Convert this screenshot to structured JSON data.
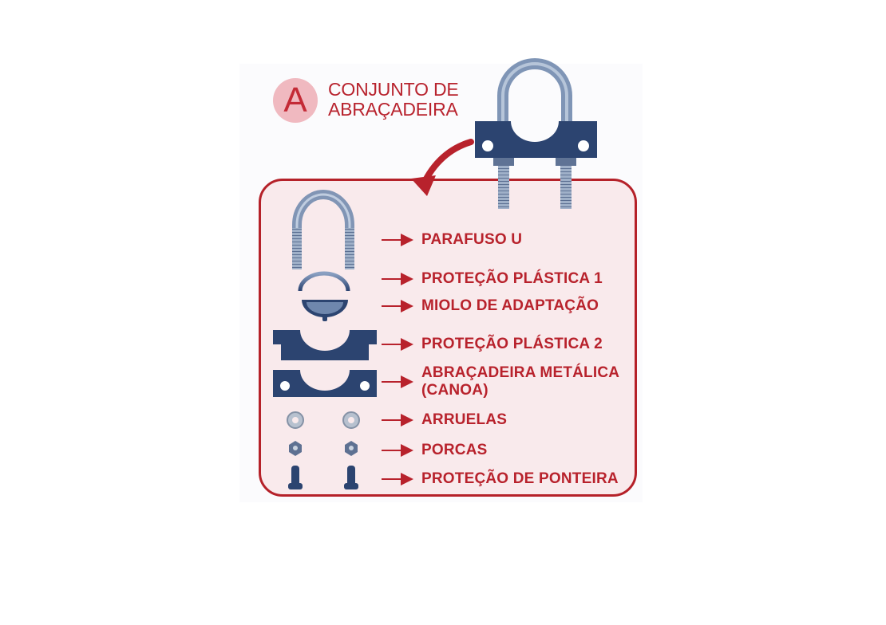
{
  "badge": {
    "letter": "A"
  },
  "title": {
    "line1": "CONJUNTO DE",
    "line2": "ABRAÇADEIRA"
  },
  "parts": [
    {
      "label": "PARAFUSO U",
      "icon": "u-bolt-icon"
    },
    {
      "label": "PROTEÇÃO PLÁSTICA 1",
      "icon": "plastic-ring-icon"
    },
    {
      "label": "MIOLO DE ADAPTAÇÃO",
      "icon": "adapter-core-icon"
    },
    {
      "label": "PROTEÇÃO PLÁSTICA 2",
      "icon": "plastic-clamp-icon"
    },
    {
      "label_line1": "ABRAÇADEIRA METÁLICA",
      "label_line2": "(CANOA)",
      "icon": "metal-clamp-icon"
    },
    {
      "label": "ARRUELAS",
      "icon": "washer-icon"
    },
    {
      "label": "PORCAS",
      "icon": "nut-icon"
    },
    {
      "label": "PROTEÇÃO DE PONTEIRA",
      "icon": "tip-cap-icon"
    }
  ],
  "colors": {
    "accent": "#b8222c",
    "panel_bg": "#f9eaec",
    "steel": "#2d4670",
    "bolt": "#8ea1bd"
  }
}
